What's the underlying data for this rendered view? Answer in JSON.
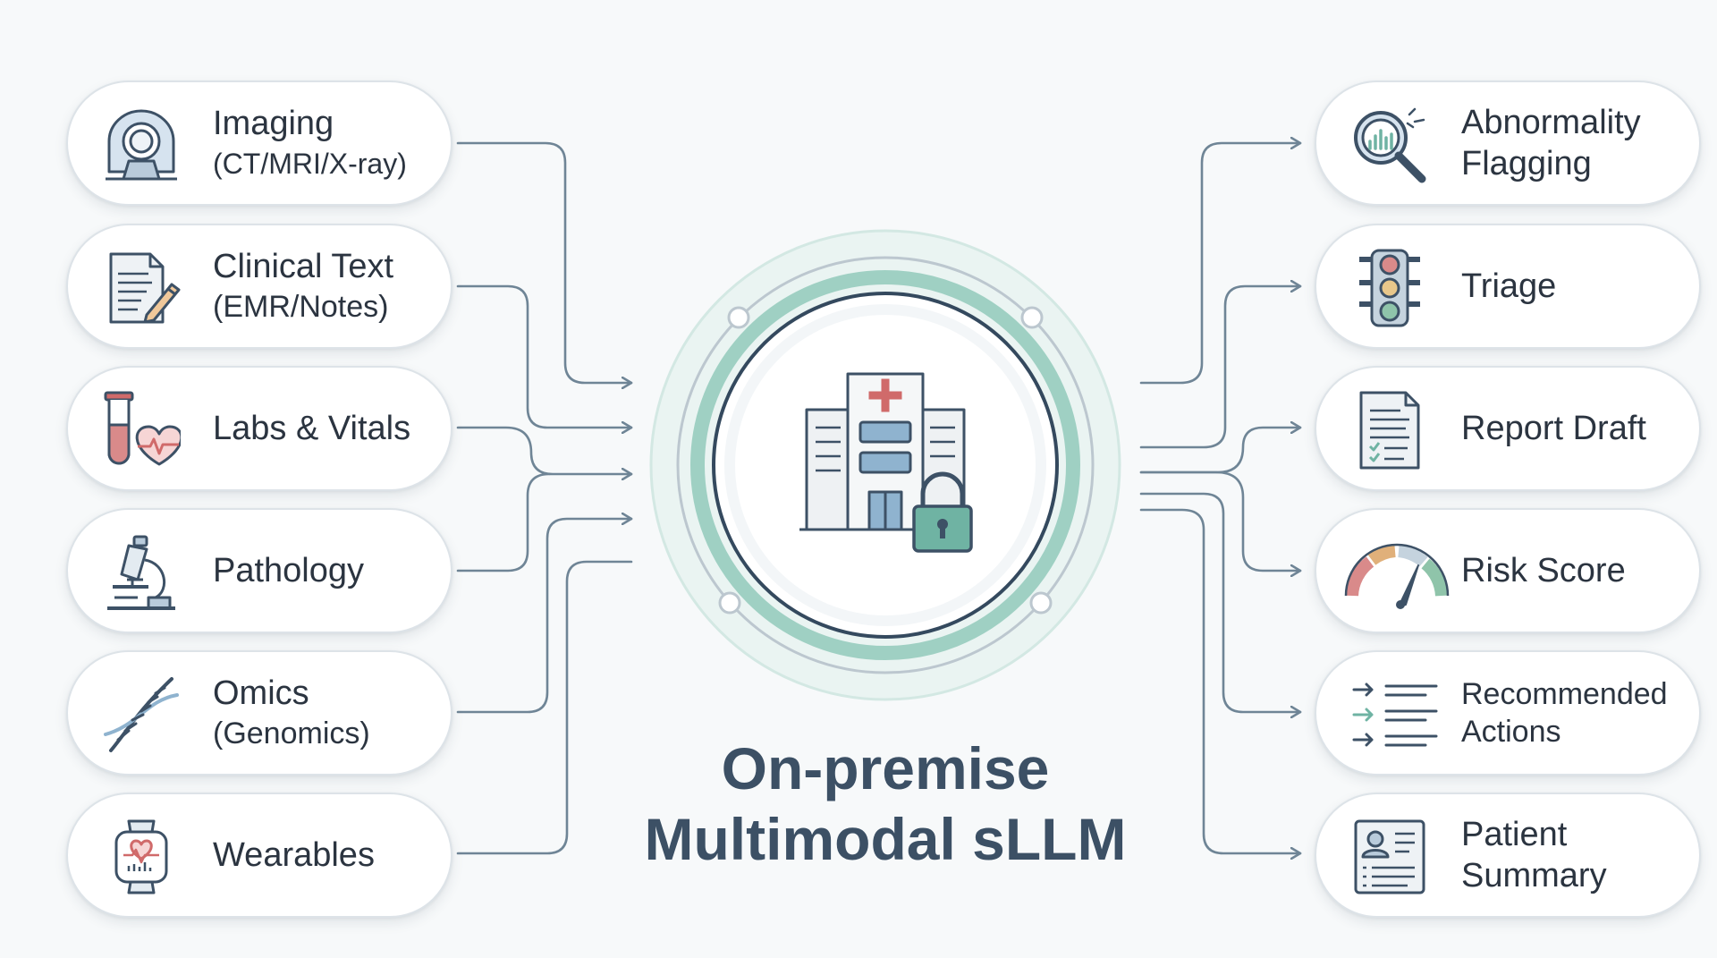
{
  "center": {
    "title_line1": "On-premise",
    "title_line2": "Multimodal sLLM",
    "icon": "hospital-lock-icon"
  },
  "inputs": [
    {
      "line1": "Imaging",
      "line2": "(CT/MRI/X-ray)",
      "icon": "ct-scanner-icon"
    },
    {
      "line1": "Clinical Text",
      "line2": "(EMR/Notes)",
      "icon": "document-pen-icon"
    },
    {
      "line1": "Labs & Vitals",
      "line2": "",
      "icon": "test-tube-heart-icon"
    },
    {
      "line1": "Pathology",
      "line2": "",
      "icon": "microscope-icon"
    },
    {
      "line1": "Omics",
      "line2": "(Genomics)",
      "icon": "dna-icon"
    },
    {
      "line1": "Wearables",
      "line2": "",
      "icon": "smartwatch-icon"
    }
  ],
  "outputs": [
    {
      "line1": "Abnormality",
      "line2": "Flagging",
      "icon": "magnifier-chart-icon"
    },
    {
      "line1": "Triage",
      "line2": "",
      "icon": "traffic-light-icon"
    },
    {
      "line1": "Report Draft",
      "line2": "",
      "icon": "report-document-icon"
    },
    {
      "line1": "Risk Score",
      "line2": "",
      "icon": "gauge-icon"
    },
    {
      "line1": "Recommended",
      "line2": "Actions",
      "icon": "arrow-list-icon"
    },
    {
      "line1": "Patient",
      "line2": "Summary",
      "icon": "patient-card-icon"
    }
  ],
  "colors": {
    "connector": "#6f8596",
    "ring_outer": "#e3f0ee",
    "ring_teal": "#9fd0c3",
    "ring_dark": "#34495e",
    "title": "#3c5065",
    "accent_red": "#d06a6a",
    "accent_teal": "#6fb3a3"
  }
}
